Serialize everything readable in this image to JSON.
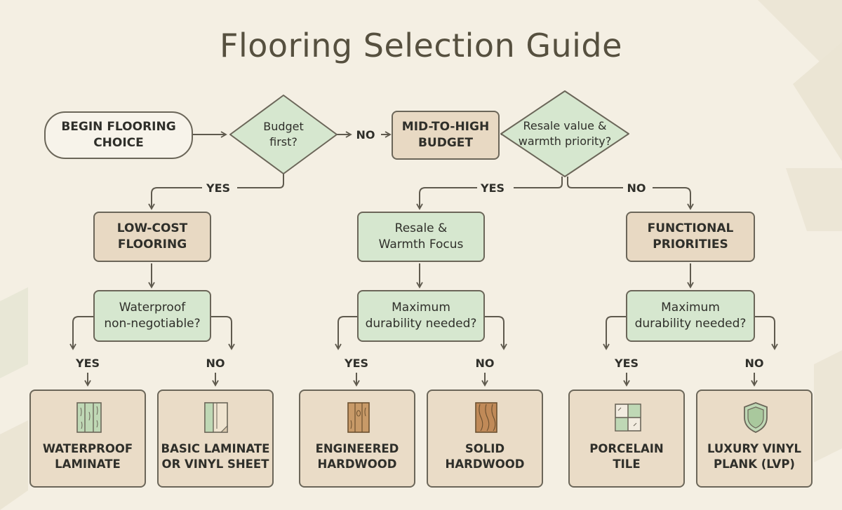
{
  "title": "Flooring Selection Guide",
  "colors": {
    "background": "#f4efe3",
    "tan_node": "#e8d9c3",
    "green_node": "#d6e7cf",
    "stroke": "#6b6659"
  },
  "start": {
    "lines": [
      "BEGIN FLOORING",
      "CHOICE"
    ]
  },
  "budget_decision": {
    "lines": [
      "Budget",
      "first?"
    ]
  },
  "mid_high": {
    "lines": [
      "MID-TO-HIGH",
      "BUDGET"
    ]
  },
  "resale_decision": {
    "lines": [
      "Resale value &",
      "warmth priority?"
    ]
  },
  "low_cost": {
    "lines": [
      "LOW-COST",
      "FLOORING"
    ]
  },
  "resale_focus": {
    "lines": [
      "Resale &",
      "Warmth Focus"
    ]
  },
  "functional": {
    "lines": [
      "FUNCTIONAL",
      "PRIORITIES"
    ]
  },
  "waterproof_q": {
    "lines": [
      "Waterproof",
      "non-negotiable?"
    ]
  },
  "durability_q1": {
    "lines": [
      "Maximum",
      "durability needed?"
    ]
  },
  "durability_q2": {
    "lines": [
      "Maximum",
      "durability needed?"
    ]
  },
  "labels": {
    "yes": "YES",
    "no": "NO"
  },
  "outcomes": [
    {
      "lines": [
        "WATERPROOF",
        "LAMINATE"
      ],
      "icon": "laminate-planks-icon"
    },
    {
      "lines": [
        "BASIC LAMINATE",
        "OR VINYL SHEET"
      ],
      "icon": "vinyl-sheet-icon"
    },
    {
      "lines": [
        "ENGINEERED",
        "HARDWOOD"
      ],
      "icon": "wood-plank-icon"
    },
    {
      "lines": [
        "SOLID",
        "HARDWOOD"
      ],
      "icon": "solid-wood-icon"
    },
    {
      "lines": [
        "PORCELAIN",
        "TILE"
      ],
      "icon": "tile-grid-icon"
    },
    {
      "lines": [
        "LUXURY VINYL",
        "PLANK (LVP)"
      ],
      "icon": "shield-icon"
    }
  ]
}
